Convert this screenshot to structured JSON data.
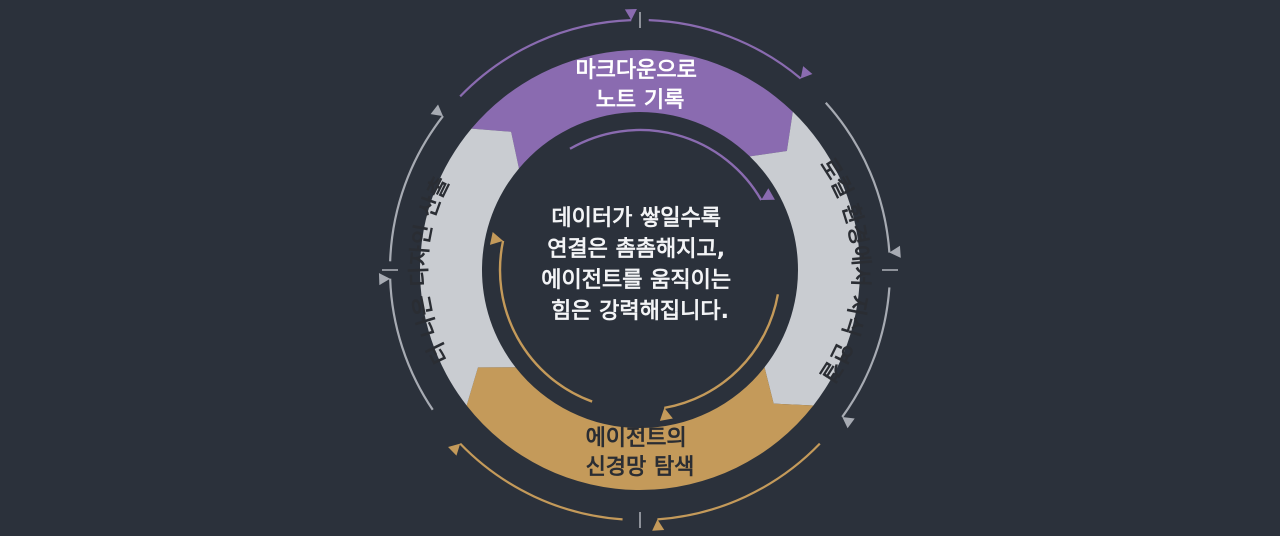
{
  "colors": {
    "background": "#2b313b",
    "purple": "#8a6bb0",
    "gray": "#c9ccd1",
    "gold": "#c49a5a",
    "ring": "#a7abb3",
    "text_dark": "#2a2d33",
    "text_light": "#ffffff"
  },
  "center": {
    "lines": [
      "데이터가 쌓일수록",
      "연결은 촘촘해지고,",
      "에이전트를 움직이는",
      "힘은 강력해집니다."
    ]
  },
  "segments": {
    "top": {
      "lines": [
        "마크다운으로",
        "노트 기록"
      ]
    },
    "right": {
      "text": "로컬 환경에서 지식 연결"
    },
    "bottom": {
      "lines": [
        "에이전트의",
        "신경망 탐색"
      ]
    },
    "left": {
      "text": "더 나은 디자인 산출"
    }
  }
}
